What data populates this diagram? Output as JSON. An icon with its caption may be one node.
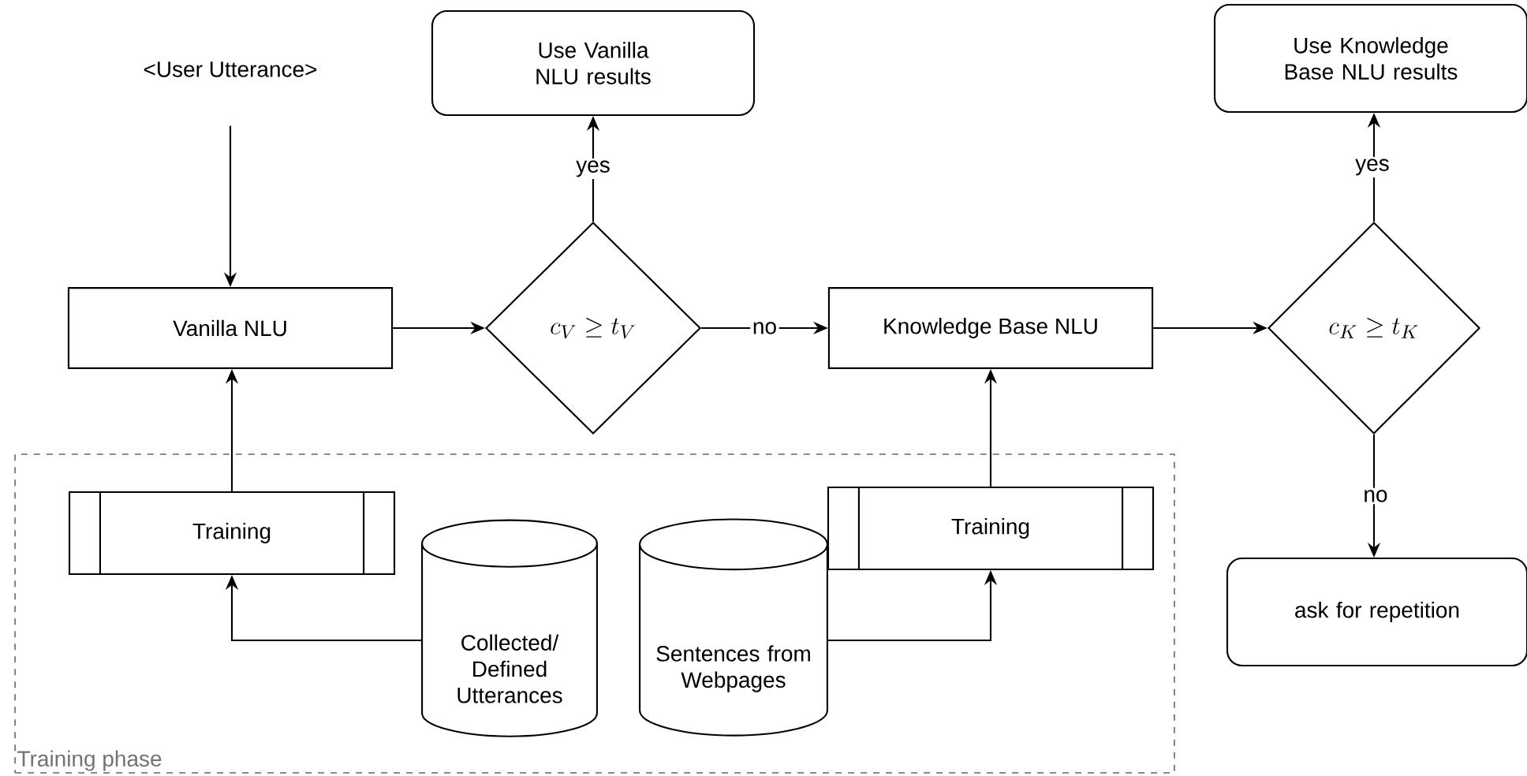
{
  "diagram": {
    "nodes": [
      {
        "text": [
          "<User Utterance>"
        ]
      },
      {
        "text": [
          "Use Vanilla NLU results"
        ]
      },
      {
        "text": [
          "Use Knowledge Base NLU results"
        ]
      },
      {
        "text": [
          "Vanilla NLU"
        ]
      },
      {
        "text": [
          "c_V \\geq t_V"
        ]
      },
      {
        "text": [
          "Knowledge Base NLU"
        ]
      },
      {
        "text": [
          "c_K \\geq t_K"
        ]
      },
      {
        "text": [
          "Training phase"
        ]
      },
      {
        "text": [
          "Training"
        ],
        "in": 7
      },
      {
        "text": [
          "Collected/ Defined Utterances"
        ],
        "in": 7
      },
      {
        "text": [
          "Sentences from Webpages"
        ],
        "in": 7
      },
      {
        "text": [
          "Training"
        ],
        "in": 7
      },
      {
        "text": [
          "ask for repetition"
        ]
      }
    ],
    "edges": [
      {
        "from": 0,
        "to": 3,
        "arrow": "to"
      },
      {
        "from": 3,
        "to": 4,
        "arrow": "to"
      },
      {
        "from": 4,
        "to": 1,
        "arrow": "to",
        "label": "yes"
      },
      {
        "from": 4,
        "to": 5,
        "arrow": "to",
        "label": "no"
      },
      {
        "from": 5,
        "to": 6,
        "arrow": "to"
      },
      {
        "from": 6,
        "to": 2,
        "arrow": "to",
        "label": "yes"
      },
      {
        "from": 6,
        "to": 12,
        "arrow": "to",
        "label": "no"
      },
      {
        "from": 8,
        "to": 3,
        "arrow": "to"
      },
      {
        "from": 9,
        "to": 8,
        "arrow": "to"
      },
      {
        "from": 10,
        "to": 11,
        "arrow": "to"
      },
      {
        "from": 11,
        "to": 5,
        "arrow": "to"
      }
    ]
  }
}
